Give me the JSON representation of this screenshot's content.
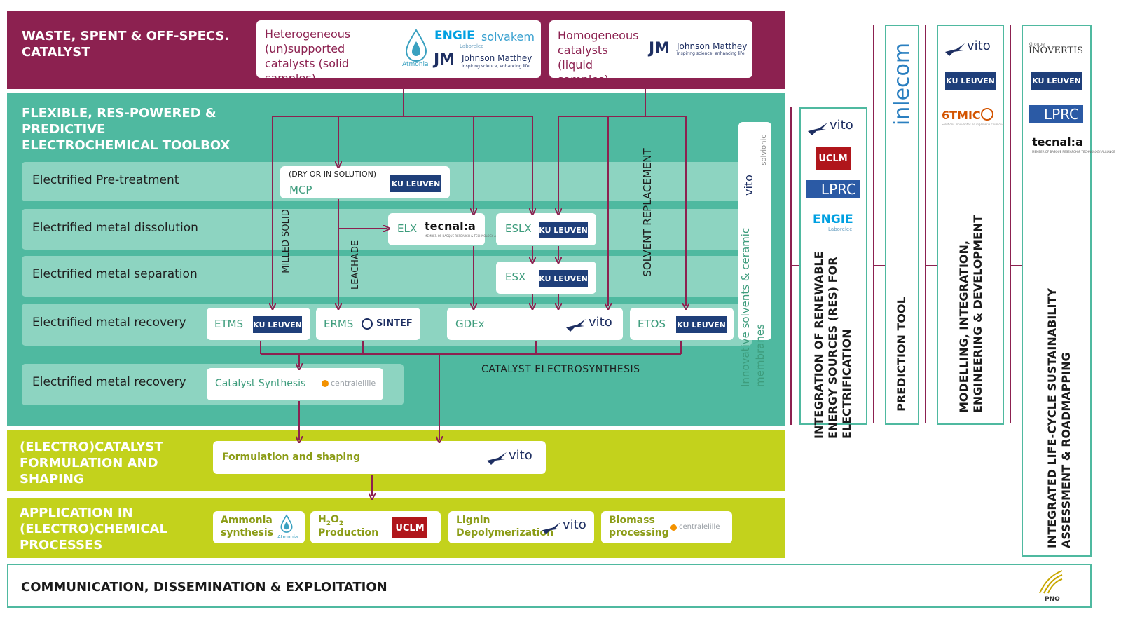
{
  "sections": {
    "waste_title": "WASTE, SPENT & OFF-SPECS. CATALYST",
    "toolbox_title": "FLEXIBLE, RES-POWERED & PREDICTIVE ELECTROCHEMICAL TOOLBOX",
    "formulation_title": "(ELECTRO)CATALYST FORMULATION AND SHAPING",
    "application_title": "APPLICATION IN (ELECTRO)CHEMICAL PROCESSES",
    "communication_title": "COMMUNICATION, DISSEMINATION & EXPLOITATION"
  },
  "waste": {
    "heterogeneous": "Heterogeneous (un)supported catalysts (solid samples)",
    "homogeneous": "Homogeneous catalysts (liquid samples)"
  },
  "rows": {
    "pretreatment": "Electrified Pre-treatment",
    "dissolution": "Electrified metal dissolution",
    "separation": "Electrified metal separation",
    "recovery": "Electrified metal recovery",
    "recovery_synthesis": "Electrified metal recovery"
  },
  "boxes": {
    "mcp_note": "(DRY OR IN SOLUTION)",
    "mcp": "MCP",
    "elx": "ELX",
    "eslx": "ESLX",
    "esx": "ESX",
    "etms": "ETMS",
    "erms": "ERMS",
    "gdex": "GDEx",
    "etos": "ETOS",
    "catalyst_synthesis": "Catalyst Synthesis",
    "formulation": "Formulation and shaping",
    "ammonia": "Ammonia synthesis",
    "h2o2_h": "H",
    "h2o2_2a": "2",
    "h2o2_o": "O",
    "h2o2_2b": "2",
    "h2o2_production": "Production",
    "lignin": "Lignin Depolymerization",
    "biomass": "Biomass processing"
  },
  "flow_labels": {
    "milled_solid": "MILLED SOLID",
    "leachade": "LEACHADE",
    "solvent_replacement": "SOLVENT REPLACEMENT",
    "catalyst_electrosynthesis": "CATALYST ELECTROSYNTHESIS",
    "innovative_solvents": "Innovative solvents & ceramic membranes"
  },
  "side_panels": {
    "res": "INTEGRATION OF RENEWABLE ENERGY SOURCES (RES) FOR ELECTRIFICATION",
    "prediction": "PREDICTION TOOL",
    "modelling": "MODELLING, INTEGRATION, ENGINEERING & DEVELOPMENT",
    "lca": "INTEGRATED LIFE-CYCLE SUSTAINABILITY ASSESSMENT & ROADMAPPING"
  },
  "logos": {
    "ku_leuven": "KU LEUVEN",
    "vito": "vito",
    "tecnalia": "tecnal:a",
    "tecnalia_sub": "MEMBER OF BASQUE RESEARCH & TECHNOLOGY ALLIANCE",
    "sintef": "SINTEF",
    "centrale_lille": "centralelille",
    "engie": "ENGIE",
    "engie_sub": "Laborelec",
    "solvakem": "solvakem",
    "jm_mark": "JM",
    "johnson_matthey": "Johnson Matthey",
    "jm_sub": "Inspiring science, enhancing life",
    "atmonia": "Atmonia",
    "uclm": "UCLM",
    "lprc": "LPRC",
    "inlecom": "inlecom",
    "six_tmic": "6TMIC",
    "six_tmic_sub": "Solutions innovantes en ingénierie chimique",
    "inovertis": "INOVERTIS",
    "inovertis_group": "Groupe",
    "solvionic": "solvionic",
    "pno": "PNO"
  },
  "colors": {
    "waste_band": "#8c2150",
    "toolbox_band": "#4fb9a0",
    "row_fill": "#8dd4c1",
    "application_band": "#c3d21c",
    "arrow": "#8c2150"
  }
}
